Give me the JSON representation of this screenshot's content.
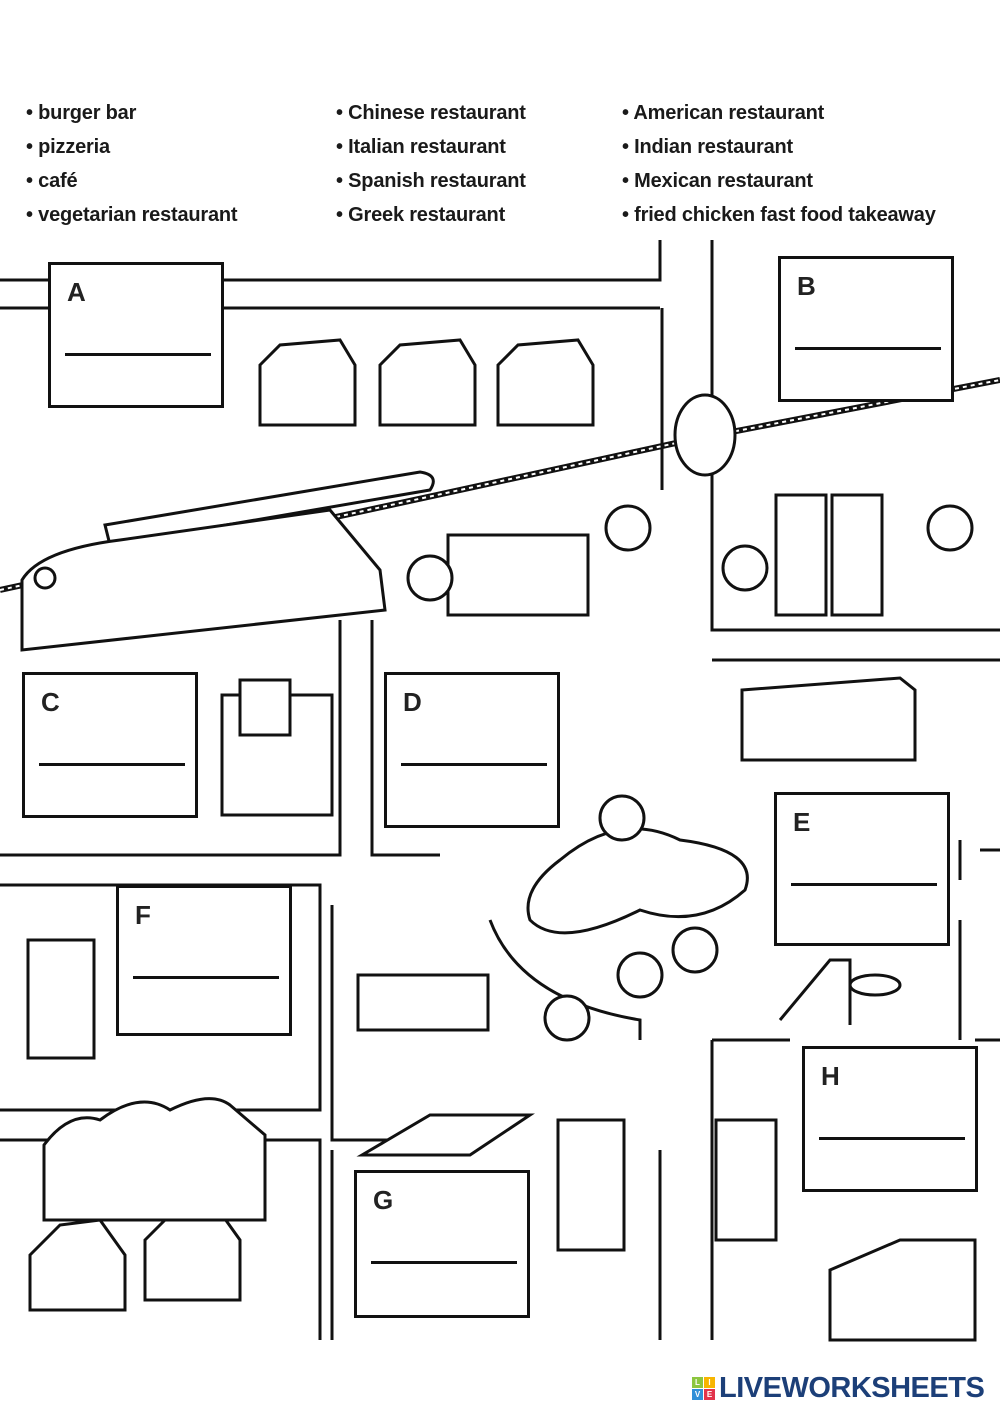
{
  "word_bank": {
    "col1": [
      "• burger bar",
      "• pizzeria",
      "• café",
      "• vegetarian restaurant"
    ],
    "col2": [
      "• Chinese restaurant",
      "• Italian restaurant",
      "• Spanish restaurant",
      "• Greek restaurant"
    ],
    "col3": [
      "• American restaurant",
      "• Indian restaurant",
      "• Mexican restaurant",
      "• fried chicken fast food takeaway"
    ]
  },
  "boxes": {
    "A": "A",
    "B": "B",
    "C": "C",
    "D": "D",
    "E": "E",
    "F": "F",
    "G": "G",
    "H": "H"
  },
  "logo": {
    "word": "LIVEWORKSHEETS",
    "cubes": [
      "L",
      "I",
      "V",
      "E"
    ],
    "color": "#1c3f78"
  }
}
